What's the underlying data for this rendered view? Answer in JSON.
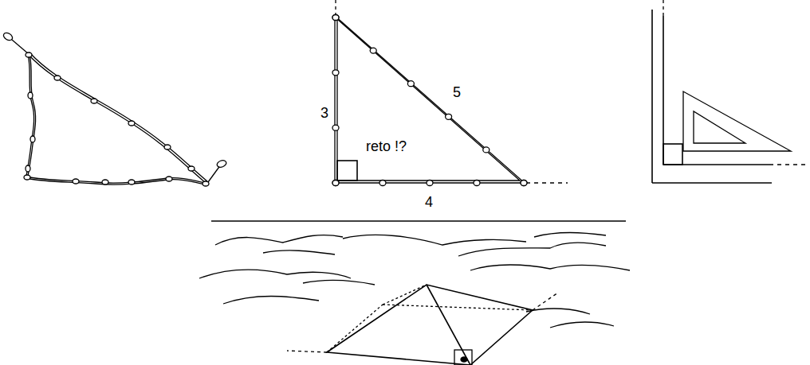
{
  "diagram": {
    "labels": [
      "3",
      "5",
      "reto !?",
      "4"
    ]
  }
}
